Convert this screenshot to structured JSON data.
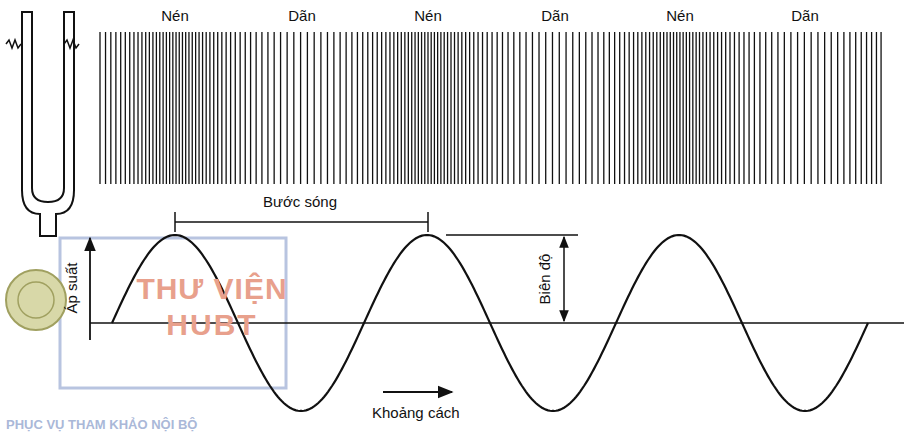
{
  "diagram": {
    "labels": [
      "Nén",
      "Dãn",
      "Nén",
      "Dãn",
      "Nén",
      "Dãn",
      "Bước sóng",
      "Áp suất",
      "Biên độ",
      "Khoảng cách",
      "THƯ VIỆN",
      "HUBT",
      "PHỤC VỤ THAM KHẢO NỘI BỘ"
    ]
  }
}
